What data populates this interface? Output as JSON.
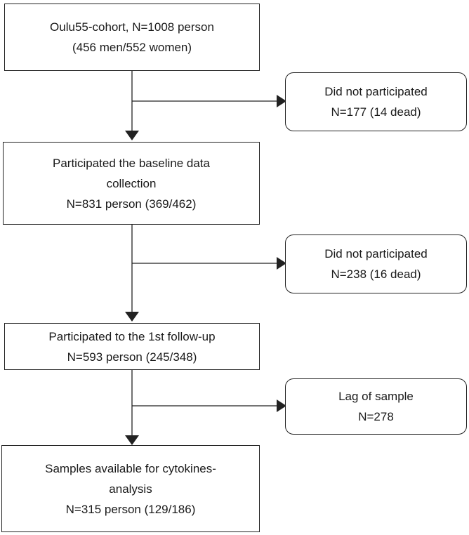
{
  "flow": {
    "cohort": {
      "line1": "Oulu55-cohort, N=1008 person",
      "line2": "(456 men/552 women)"
    },
    "excluded1": {
      "line1": "Did not participated",
      "line2": "N=177 (14 dead)"
    },
    "baseline": {
      "line1": "Participated the baseline data",
      "line2": "collection",
      "line3": "N=831 person (369/462)"
    },
    "excluded2": {
      "line1": "Did not participated",
      "line2": "N=238 (16 dead)"
    },
    "followup": {
      "line1": "Participated to the 1st follow-up",
      "line2": "N=593 person (245/348)"
    },
    "excluded3": {
      "line1": "Lag of sample",
      "line2": "N=278"
    },
    "final": {
      "line1": "Samples available for cytokines-",
      "line2": "analysis",
      "line3": "N=315 person (129/186)"
    }
  }
}
